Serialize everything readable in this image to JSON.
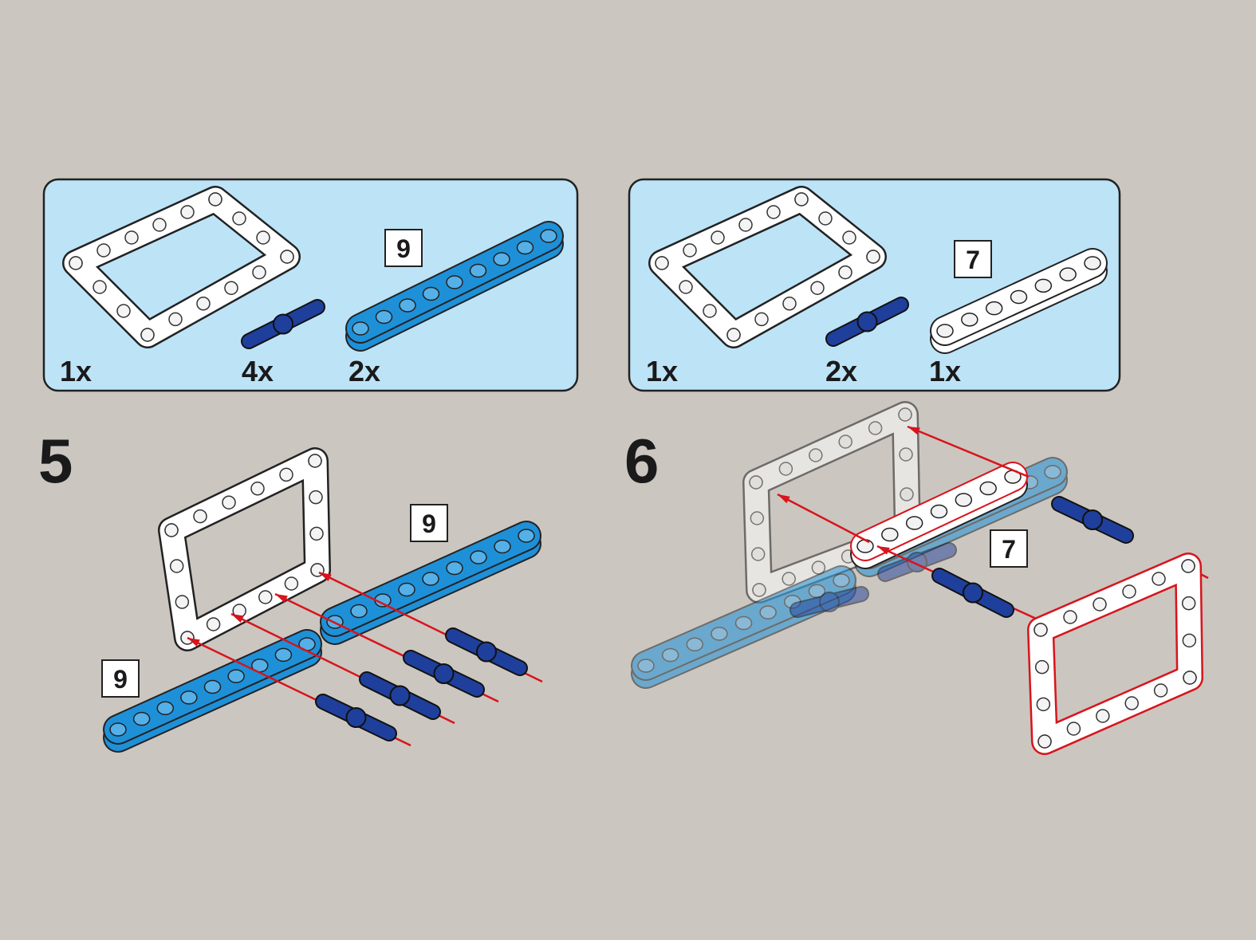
{
  "colors": {
    "background": "#cbc6c0",
    "panel": "#bde3f7",
    "beam_blue": "#1e90d8",
    "pin_blue": "#1f3f9c",
    "arrow_red": "#d8141c",
    "frame_white": "#ffffff"
  },
  "parts_panels": [
    {
      "items": [
        {
          "part": "open-frame",
          "count": "1x"
        },
        {
          "part": "connector-pin",
          "count": "4x"
        },
        {
          "part": "beam",
          "count": "2x",
          "length_label": "9",
          "holes": 9
        }
      ]
    },
    {
      "items": [
        {
          "part": "open-frame",
          "count": "1x"
        },
        {
          "part": "connector-pin",
          "count": "2x"
        },
        {
          "part": "beam",
          "count": "1x",
          "length_label": "7",
          "holes": 7
        }
      ]
    }
  ],
  "steps": [
    {
      "number": "5",
      "beam_labels": [
        "9",
        "9"
      ]
    },
    {
      "number": "6",
      "beam_labels": [
        "7"
      ]
    }
  ]
}
